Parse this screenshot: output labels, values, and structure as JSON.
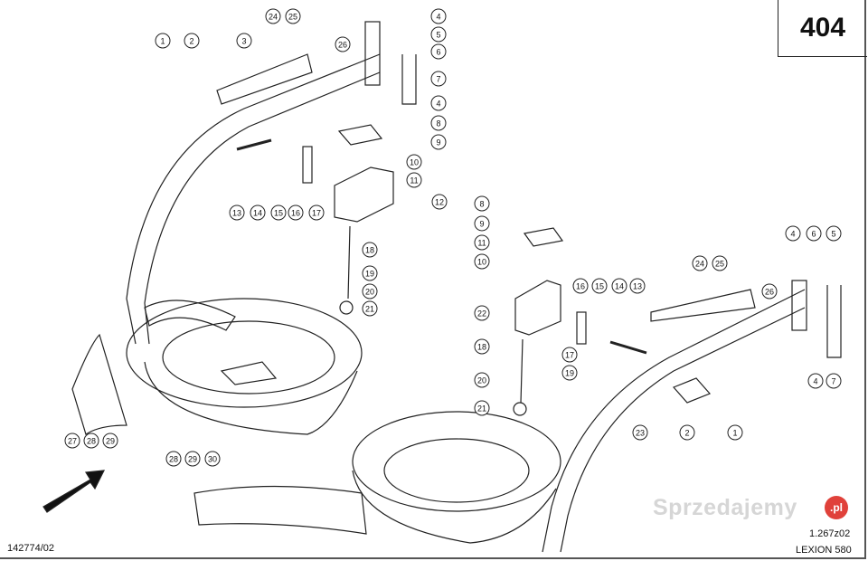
{
  "page_number": "404",
  "drawing_number_left": "142774/02",
  "drawing_number_right": "1.267z02",
  "model": "LEXION 580",
  "watermark": {
    "text": "Sprzedajemy",
    "badge": ".pl"
  },
  "callouts_left": [
    "1",
    "2",
    "3",
    "24",
    "25",
    "26",
    "4",
    "5",
    "6",
    "7",
    "4",
    "8",
    "9",
    "10",
    "11",
    "12",
    "13",
    "14",
    "15",
    "16",
    "17",
    "18",
    "19",
    "20",
    "21"
  ],
  "callouts_right": [
    "8",
    "9",
    "11",
    "10",
    "22",
    "18",
    "20",
    "21",
    "17",
    "19",
    "16",
    "15",
    "14",
    "13",
    "24",
    "25",
    "26",
    "4",
    "6",
    "5",
    "4",
    "7",
    "2",
    "1",
    "23"
  ],
  "callouts_bottom": [
    "27",
    "28",
    "29",
    "28",
    "29",
    "30"
  ]
}
